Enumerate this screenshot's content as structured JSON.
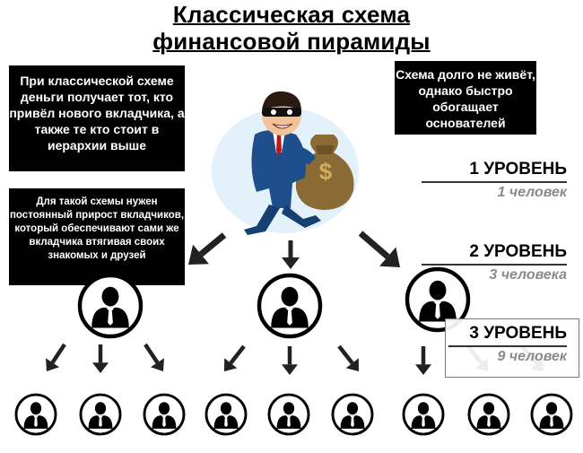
{
  "title": {
    "line1": "Классическая схема",
    "line2": "финансовой пирамиды"
  },
  "boxes": {
    "left_top": "При классической схеме деньги получает тот, кто привёл нового вкладчика, а также те кто стоит в иерархии выше",
    "left_bottom": "Для такой схемы нужен постоянный прирост вкладчиков, который обеспечивают сами же вкладчика втягивая своих знакомых и друзей",
    "right_top": "Схема долго не живёт, однако быстро обогащает основателей"
  },
  "levels": [
    {
      "title": "1 УРОВЕНЬ",
      "subtitle": "1 человек"
    },
    {
      "title": "2 УРОВЕНЬ",
      "subtitle": "3 человека"
    },
    {
      "title": "3 УРОВЕНЬ",
      "subtitle": "9 человек"
    }
  ],
  "money_symbol": "$",
  "icons": [
    "thief-with-money-bag-icon",
    "person-icon",
    "arrow-down-icon"
  ],
  "colors": {
    "background": "#ffffff",
    "box": "#000000",
    "accent_gold": "#c8a04a",
    "suit": "#1e4f8c"
  }
}
